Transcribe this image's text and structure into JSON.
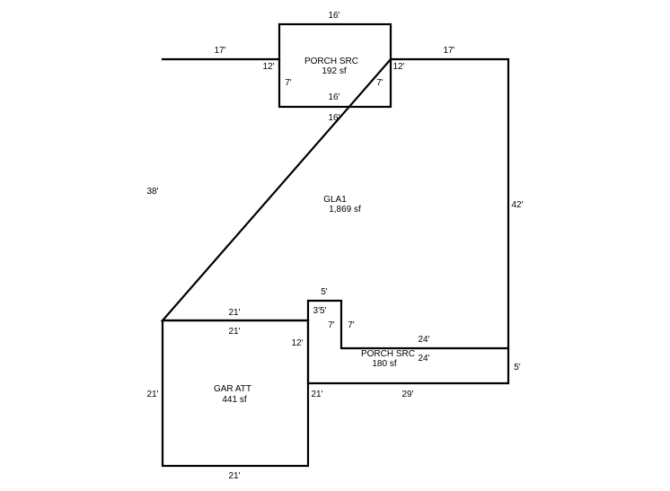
{
  "areas": {
    "porch_top": {
      "name": "PORCH SRC",
      "size": "192 sf"
    },
    "gla": {
      "name": "GLA1",
      "size": "1,869 sf"
    },
    "porch_bottom": {
      "name": "PORCH SRC",
      "size": "180 sf"
    },
    "garage": {
      "name": "GAR ATT",
      "size": "441 sf"
    }
  },
  "dimensions": {
    "porch_top_top": "16'",
    "porch_top_inner_bottom": "16'",
    "porch_top_outer_bottom": "16'",
    "porch_top_left_12": "12'",
    "porch_top_right_12": "12'",
    "porch_top_left_7": "7'",
    "porch_top_right_7": "7'",
    "top_left_17": "17'",
    "top_right_17": "17'",
    "left_38": "38'",
    "right_42": "42'",
    "notch_top_5": "5'",
    "notch_3_5": "3'5'",
    "notch_left_7": "7'",
    "notch_right_7": "7'",
    "porch_bottom_top_24": "24'",
    "porch_bottom_inner_24": "24'",
    "porch_bottom_right_5": "5'",
    "porch_bottom_bottom_29": "29'",
    "garage_top_outer_21": "21'",
    "garage_top_inner_21": "21'",
    "garage_right_12": "12'",
    "garage_right_inner_21": "21'",
    "garage_left_21": "21'",
    "garage_bottom_21": "21'"
  }
}
